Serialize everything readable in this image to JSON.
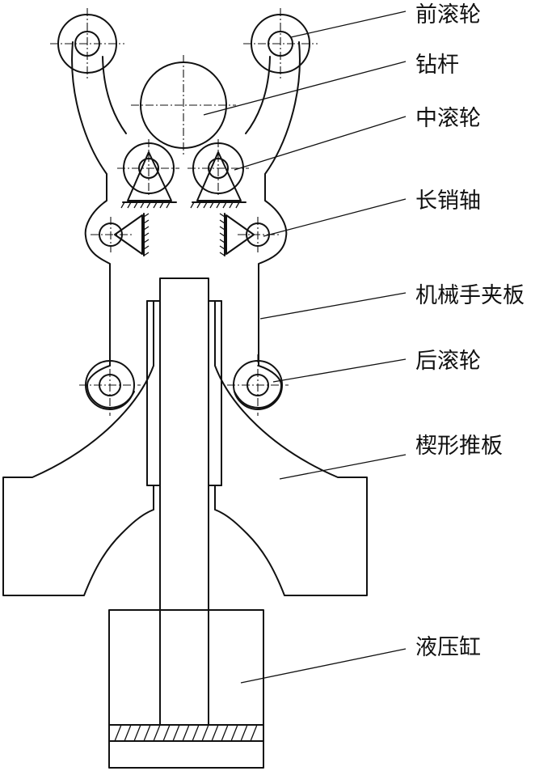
{
  "labels": {
    "front_roller": "前滚轮",
    "drill_rod": "钻杆",
    "middle_roller": "中滚轮",
    "long_pin_shaft": "长销轴",
    "clamp_plate": "机械手夹板",
    "rear_roller": "后滚轮",
    "wedge_push_plate": "楔形推板",
    "hydraulic_cylinder": "液压缸"
  }
}
